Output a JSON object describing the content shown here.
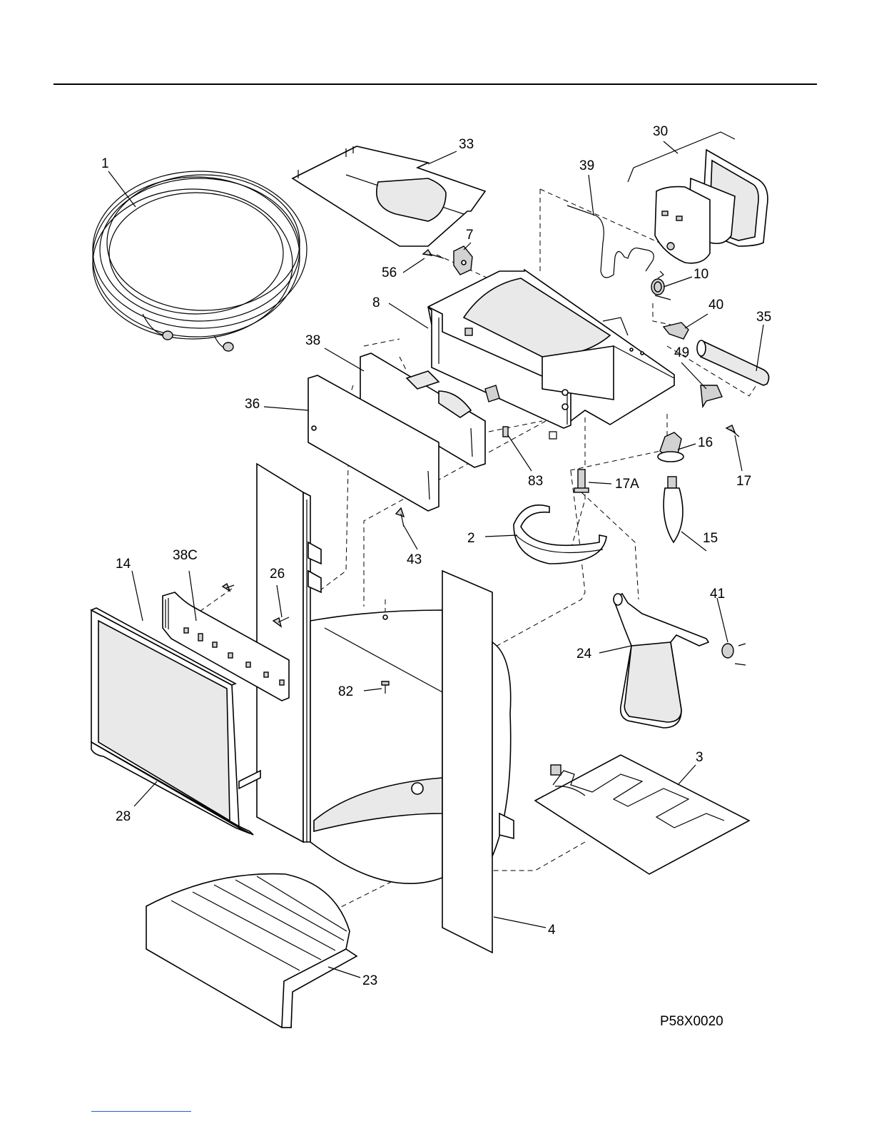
{
  "callouts": {
    "c1": "1",
    "c2": "2",
    "c3": "3",
    "c4": "4",
    "c7": "7",
    "c8": "8",
    "c10": "10",
    "c14": "14",
    "c15": "15",
    "c16": "16",
    "c17": "17",
    "c17a": "17A",
    "c23": "23",
    "c24": "24",
    "c26": "26",
    "c28": "28",
    "c30": "30",
    "c33": "33",
    "c35": "35",
    "c36": "36",
    "c38": "38",
    "c38c": "38C",
    "c39": "39",
    "c40": "40",
    "c41": "41",
    "c43": "43",
    "c49": "49",
    "c56": "56",
    "c82": "82",
    "c83": "83"
  },
  "drawing_number": "P58X0020",
  "colors": {
    "line": "#000000",
    "shade": "#e9e9e9",
    "dark_shade": "#d2d2d2",
    "link_rule": "#2a5bd7"
  }
}
